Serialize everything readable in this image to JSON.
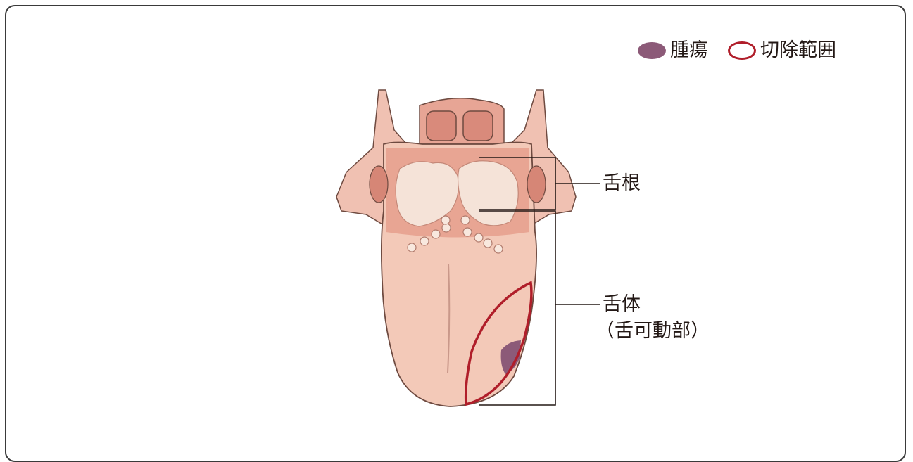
{
  "legend": {
    "tumor_label": "腫瘍",
    "resection_label": "切除範囲"
  },
  "labels": {
    "tongue_base": "舌根",
    "tongue_body": "舌体",
    "tongue_body_sub": "（舌可動部）"
  },
  "colors": {
    "tumor": "#8c5a78",
    "resection": "#b01e2a",
    "tongue": "#f3c9b8",
    "tissue": "#e2a08e",
    "outline": "#6e4a40"
  },
  "icons": [
    "tumor-swatch-icon",
    "resection-outline-icon"
  ]
}
